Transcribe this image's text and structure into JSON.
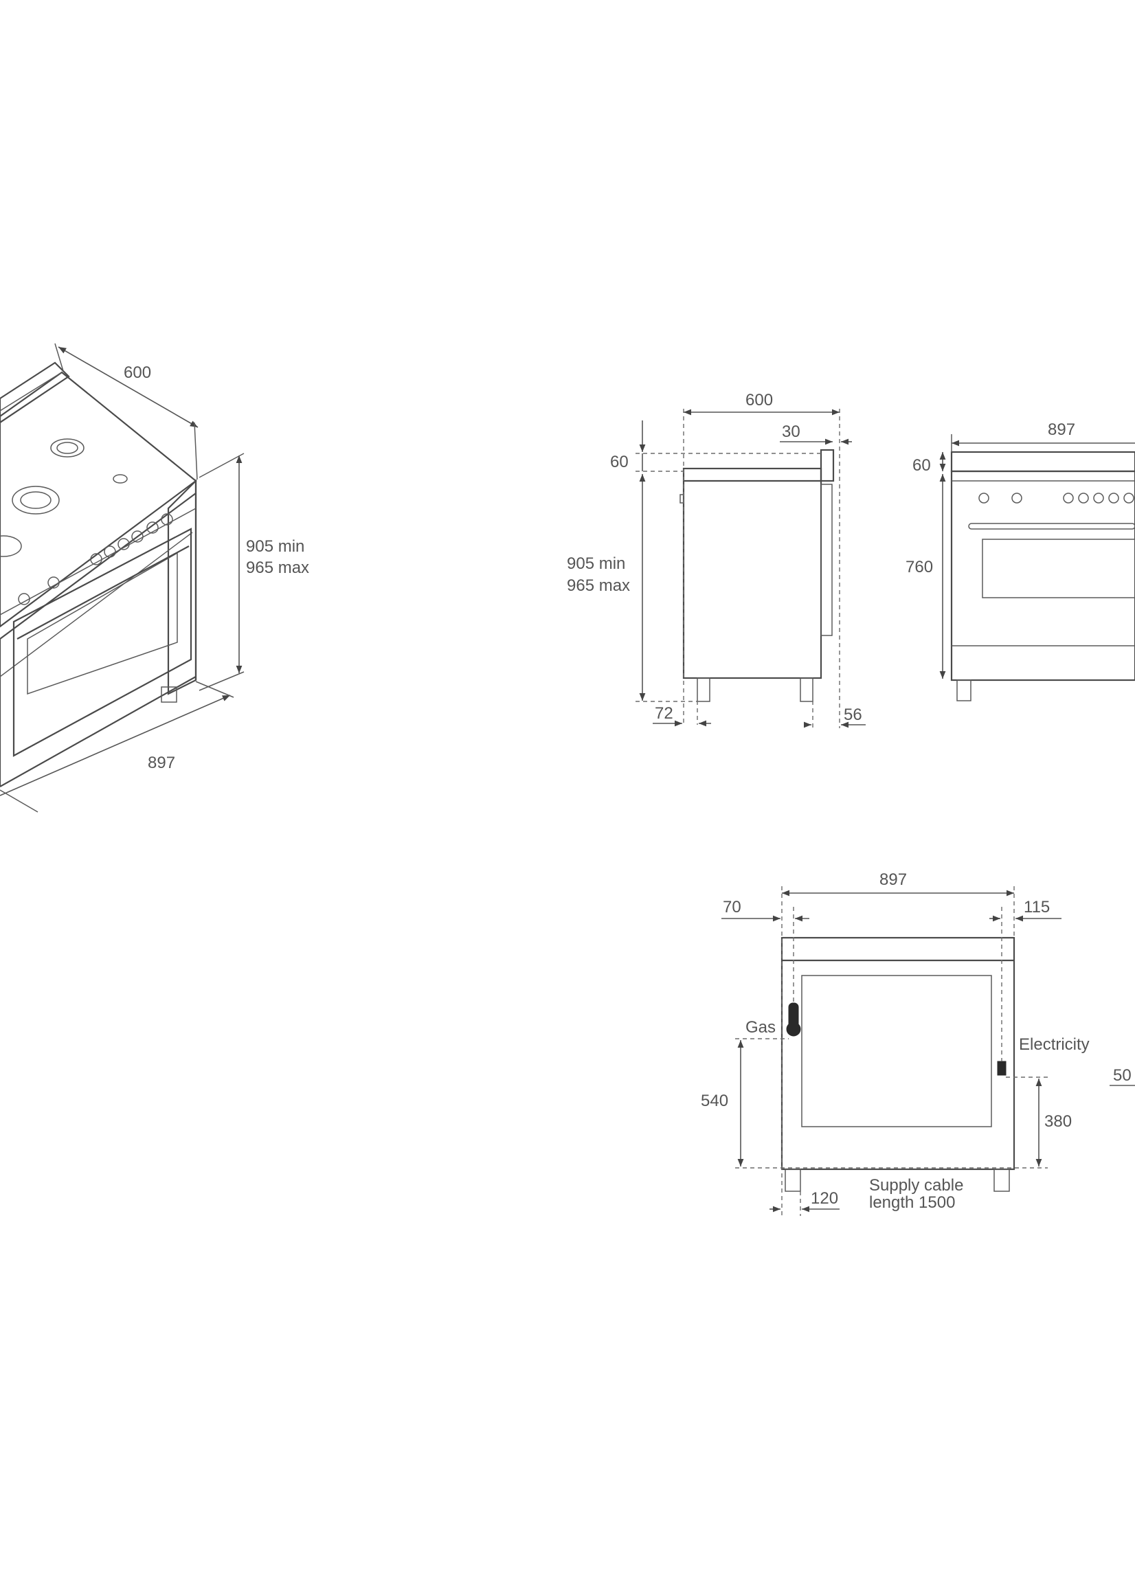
{
  "isometric": {
    "depth": "600",
    "height_min": "905 min",
    "height_max": "965 max",
    "width": "897"
  },
  "side_view": {
    "depth": "600",
    "back_offset": "30",
    "top_height": "60",
    "height_min": "905 min",
    "height_max": "965 max",
    "front_foot": "72",
    "rear_foot": "56"
  },
  "front_view": {
    "width": "897",
    "top_height": "60",
    "body_height": "760"
  },
  "rear_view": {
    "width": "897",
    "left_offset": "70",
    "right_offset": "115",
    "gas_label": "Gas",
    "gas_height": "540",
    "electricity_label": "Electricity",
    "electricity_height": "380",
    "foot_offset": "120",
    "cable_line1": "Supply cable",
    "cable_line2": "length 1500",
    "cut_value": "50"
  }
}
